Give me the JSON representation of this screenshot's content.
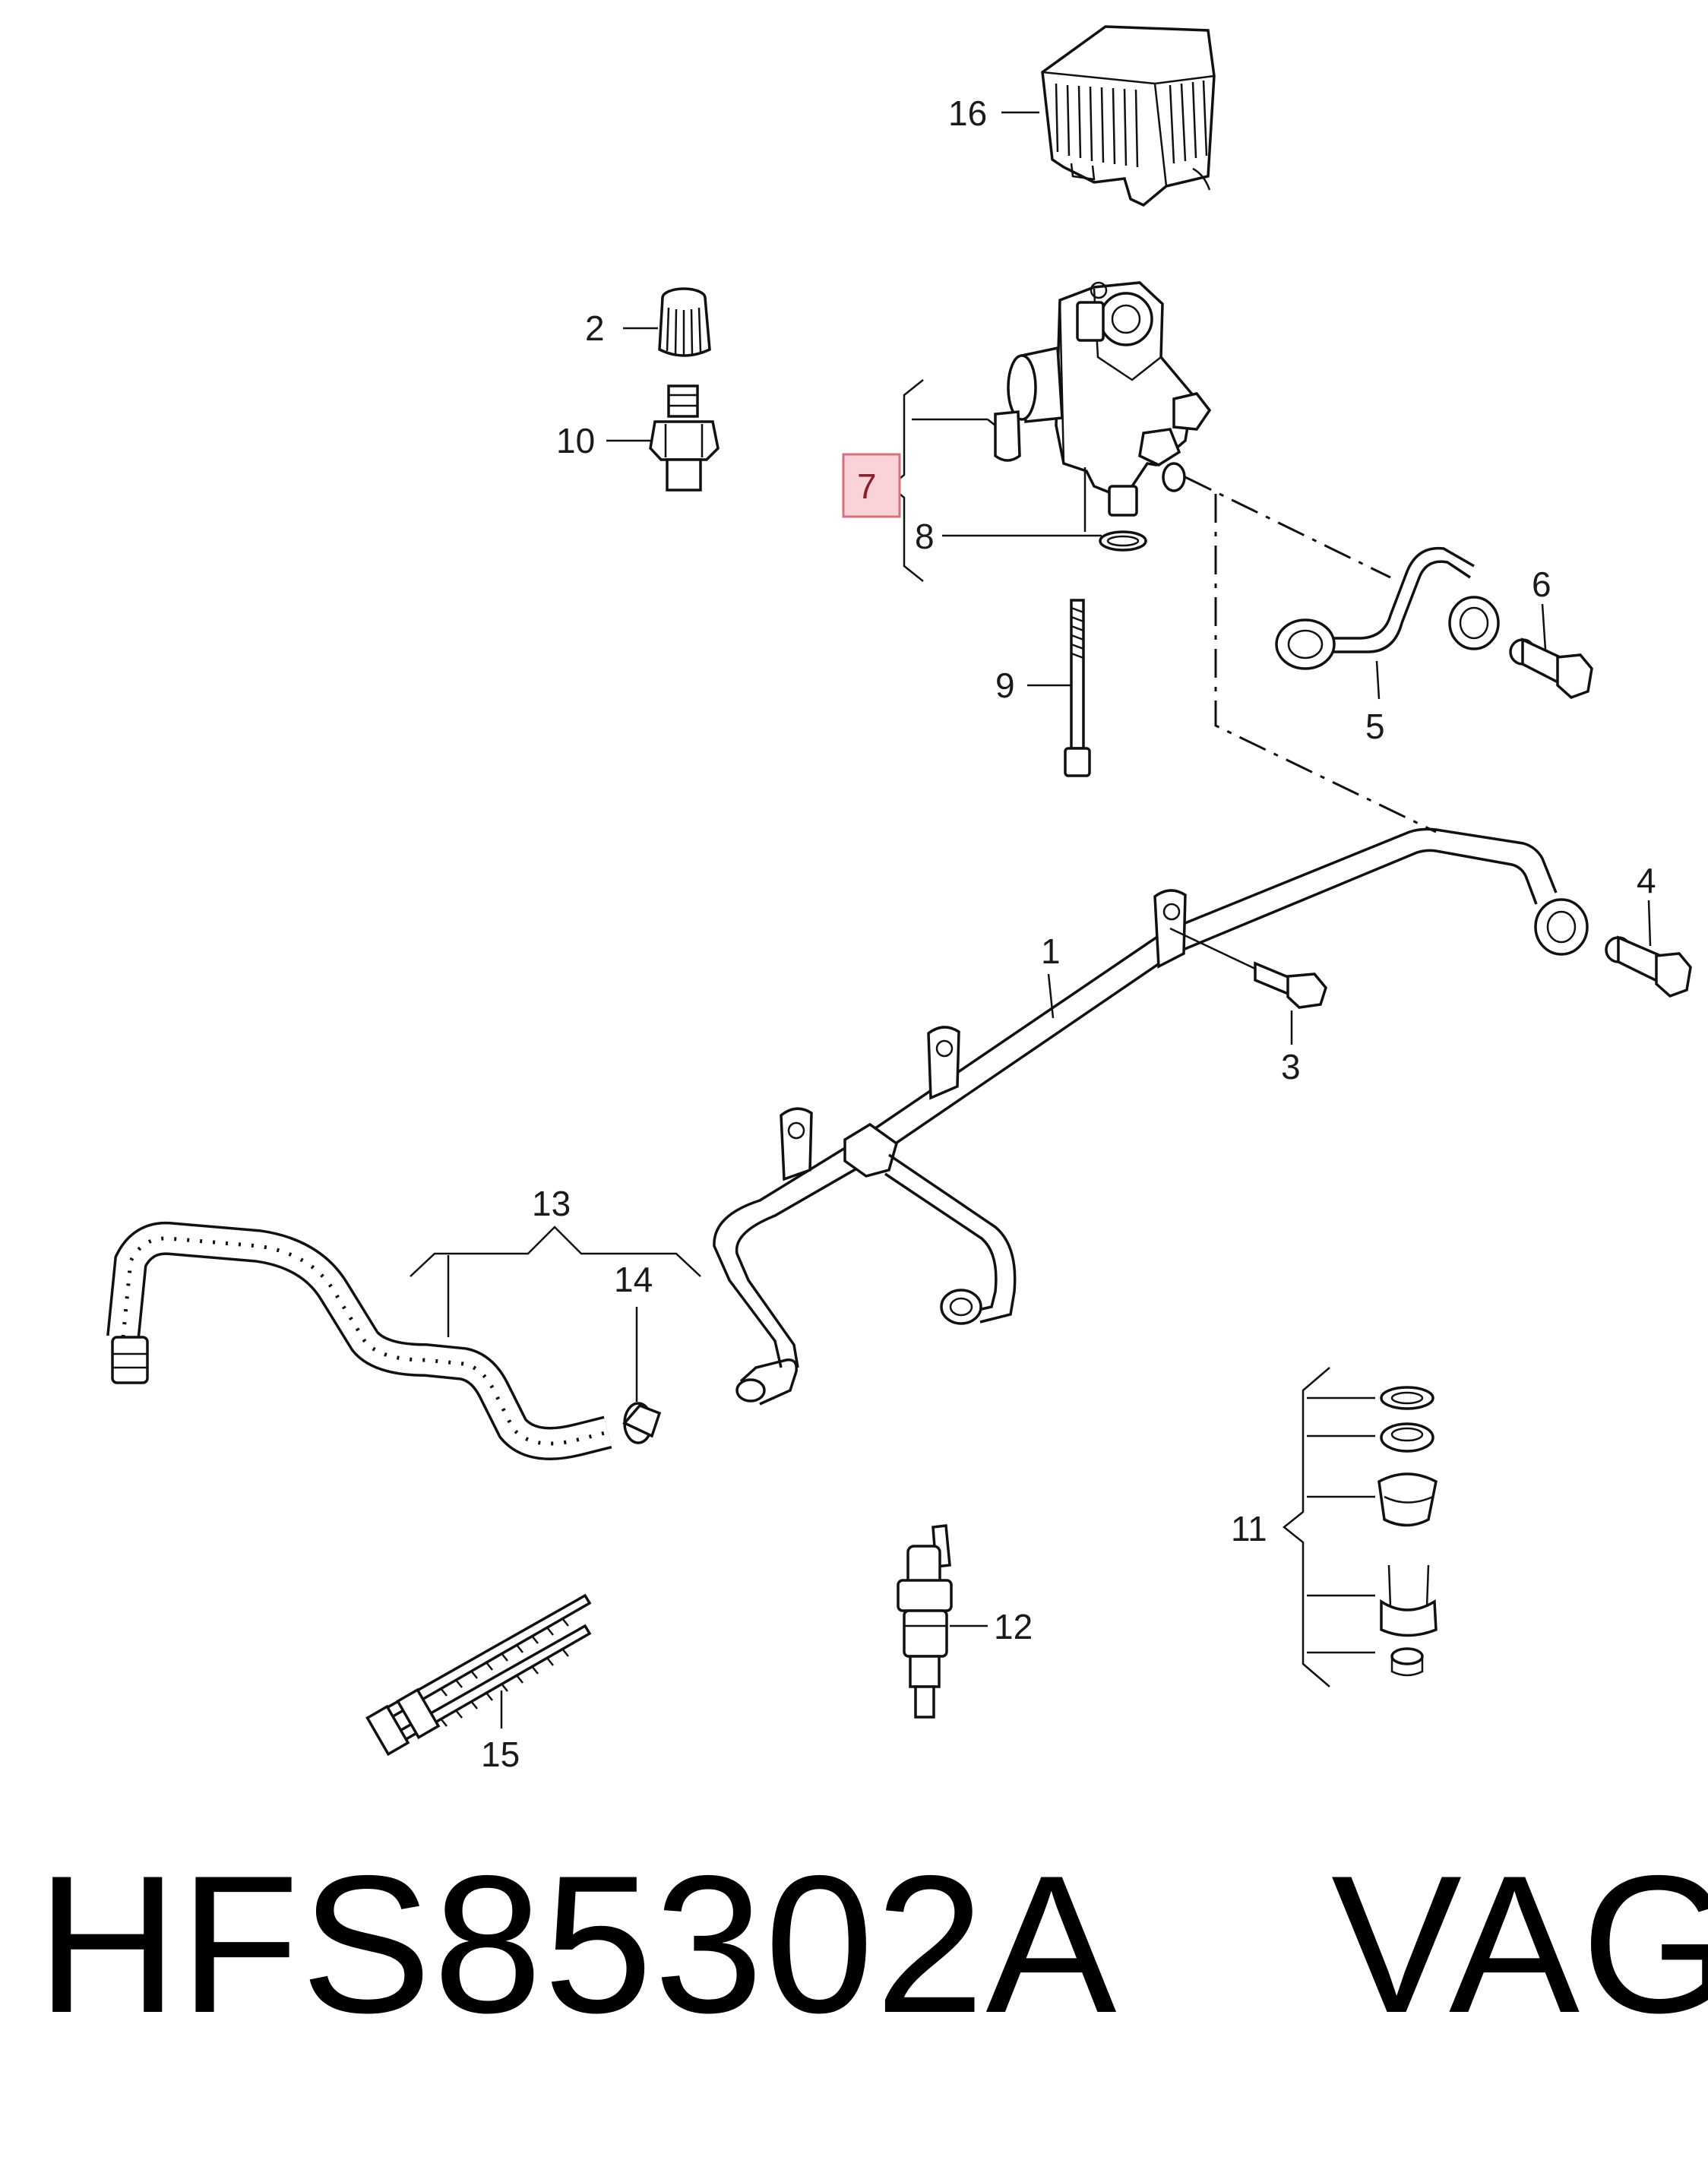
{
  "caption": "HFS85302A    VAG",
  "callouts": {
    "c1": "1",
    "c2": "2",
    "c3": "3",
    "c4": "4",
    "c5": "5",
    "c6": "6",
    "c7": "7",
    "c8": "8",
    "c9": "9",
    "c10": "10",
    "c11": "11",
    "c12": "12",
    "c13": "13",
    "c14": "14",
    "c15": "15",
    "c16": "16"
  },
  "highlighted_callout": "7",
  "colors": {
    "highlight_fill": "#f9d3d8",
    "highlight_border": "#d8707c",
    "line": "#111111"
  }
}
